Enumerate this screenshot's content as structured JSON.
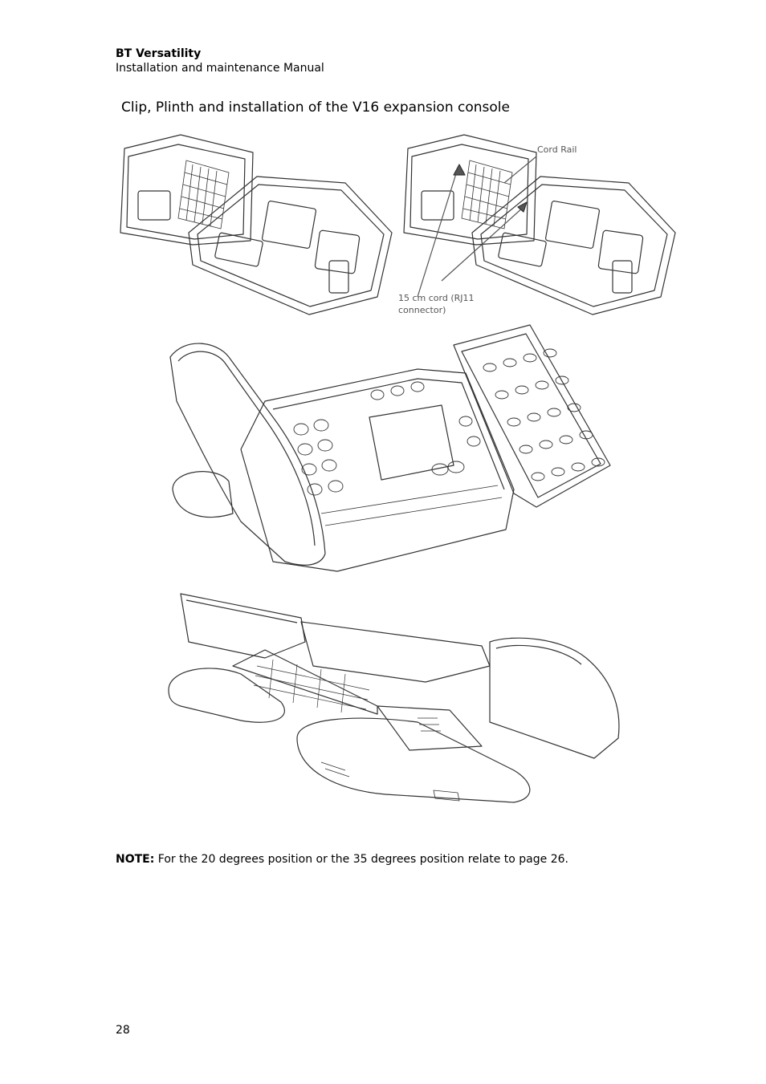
{
  "header": {
    "brand": "BT Versatility",
    "subtitle": "Installation and maintenance Manual"
  },
  "section": {
    "title": "Clip, Plinth and installation of the V16 expansion console"
  },
  "figures": {
    "callout_cord_rail": "Cord Rail",
    "callout_cord_line1": "15 cm cord (RJ11",
    "callout_cord_line2": "connector)"
  },
  "note": {
    "label": "NOTE:",
    "text": " For the 20 degrees position or the 35 degrees position relate to page 26",
    "end": "."
  },
  "footer": {
    "page_number": "28"
  }
}
